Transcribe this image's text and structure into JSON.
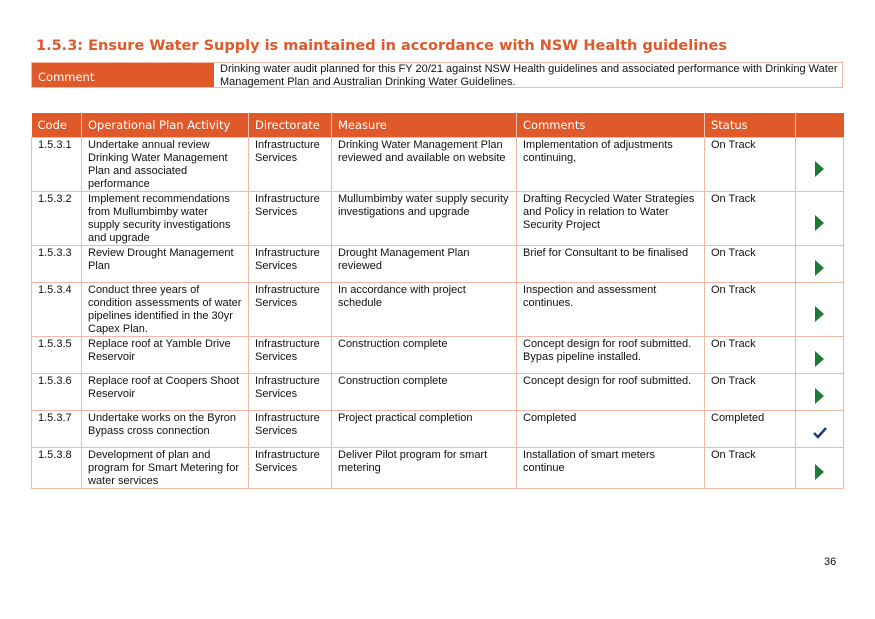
{
  "title": "1.5.3: Ensure Water Supply is maintained in accordance with NSW Health guidelines",
  "comment": {
    "label": "Comment",
    "text": "Drinking water audit planned for this FY 20/21 against NSW Health guidelines and associated performance with Drinking Water Management Plan and Australian Drinking Water Guidelines."
  },
  "table": {
    "headers": [
      "Code",
      "Operational Plan Activity",
      "Directorate",
      "Measure",
      "Comments",
      "Status"
    ],
    "rows": [
      {
        "code": "1.5.3.1",
        "activity": "Undertake annual review Drinking Water Management Plan and associated performance",
        "directorate": "Infrastructure Services",
        "measure": "Drinking Water Management Plan reviewed and available on website",
        "comments": "Implementation of adjustments continuing,",
        "status": "On Track",
        "icon": "play-arrow-icon"
      },
      {
        "code": "1.5.3.2",
        "activity": "Implement recommendations from Mullumbimby water supply security investigations and upgrade",
        "directorate": "Infrastructure Services",
        "measure": "Mullumbimby water supply security investigations and upgrade",
        "comments": "Drafting Recycled Water Strategies and Policy in relation to Water Security Project",
        "status": "On Track",
        "icon": "play-arrow-icon"
      },
      {
        "code": "1.5.3.3",
        "activity": "Review Drought Management Plan",
        "directorate": "Infrastructure Services",
        "measure": "Drought Management Plan reviewed",
        "comments": "Brief for Consultant to be finalised",
        "status": "On Track",
        "icon": "play-arrow-icon"
      },
      {
        "code": "1.5.3.4",
        "activity": "Conduct three years of condition assessments of water pipelines identified in the 30yr Capex Plan.",
        "directorate": "Infrastructure Services",
        "measure": "In accordance with project schedule",
        "comments": "Inspection and assessment continues.",
        "status": "On Track",
        "icon": "play-arrow-icon"
      },
      {
        "code": "1.5.3.5",
        "activity": "Replace roof at Yamble Drive Reservoir",
        "directorate": "Infrastructure Services",
        "measure": "Construction complete",
        "comments": "Concept design for roof submitted. Bypas pipeline installed.",
        "status": "On Track",
        "icon": "play-arrow-icon"
      },
      {
        "code": "1.5.3.6",
        "activity": "Replace roof at Coopers Shoot Reservoir",
        "directorate": "Infrastructure Services",
        "measure": "Construction complete",
        "comments": "Concept design for roof submitted.",
        "status": "On Track",
        "icon": "play-arrow-icon"
      },
      {
        "code": "1.5.3.7",
        "activity": "Undertake works on the Byron Bypass cross connection",
        "directorate": "Infrastructure Services",
        "measure": "Project practical completion",
        "comments": "Completed",
        "status": "Completed",
        "icon": "checkmark-icon"
      },
      {
        "code": "1.5.3.8",
        "activity": "Development of plan and program for Smart Metering for water services",
        "directorate": "Infrastructure Services",
        "measure": "Deliver Pilot program for smart metering",
        "comments": "Installation of smart meters continue",
        "status": "On Track",
        "icon": "play-arrow-icon"
      }
    ]
  },
  "page_number": "36",
  "colors": {
    "accent": "#e0592a",
    "border": "#f0b9a3",
    "on_track": "#1e7a3a",
    "completed": "#1f3f7a"
  }
}
